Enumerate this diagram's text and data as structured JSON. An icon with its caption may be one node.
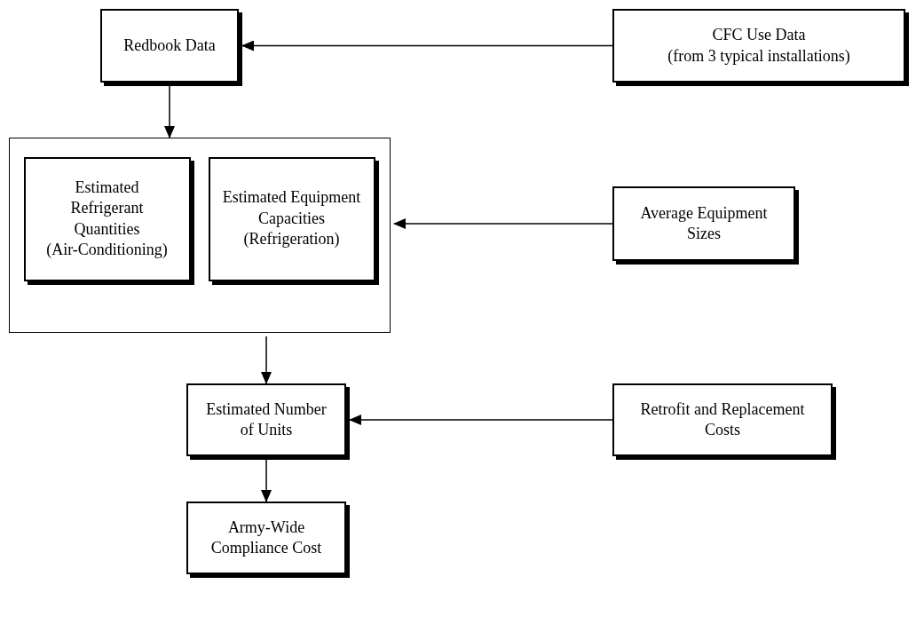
{
  "diagram": {
    "nodes": [
      {
        "text": [
          "Redbook Data"
        ]
      },
      {
        "text": [
          "CFC Use Data",
          "(from 3 typical installations)"
        ]
      },
      {
        "text": [],
        "shape": "box"
      },
      {
        "text": [
          "Estimated Refrigerant Quantities",
          "(Air-Conditioning)"
        ],
        "in": 2
      },
      {
        "text": [
          "Estimated Equipment Capacities",
          "(Refrigeration)"
        ],
        "in": 2
      },
      {
        "text": [
          "Average Equipment Sizes"
        ]
      },
      {
        "text": [
          "Estimated Number of Units"
        ]
      },
      {
        "text": [
          "Retrofit and Replacement Costs"
        ]
      },
      {
        "text": [
          "Army-Wide Compliance Cost"
        ]
      }
    ],
    "edges": [
      {
        "from": 1,
        "to": 0,
        "arrow": "to"
      },
      {
        "from": 0,
        "to": 2,
        "arrow": "to"
      },
      {
        "from": 5,
        "to": 2,
        "arrow": "to"
      },
      {
        "from": 2,
        "to": 6,
        "arrow": "to"
      },
      {
        "from": 7,
        "to": 6,
        "arrow": "to"
      },
      {
        "from": 6,
        "to": 8,
        "arrow": "to"
      }
    ]
  }
}
